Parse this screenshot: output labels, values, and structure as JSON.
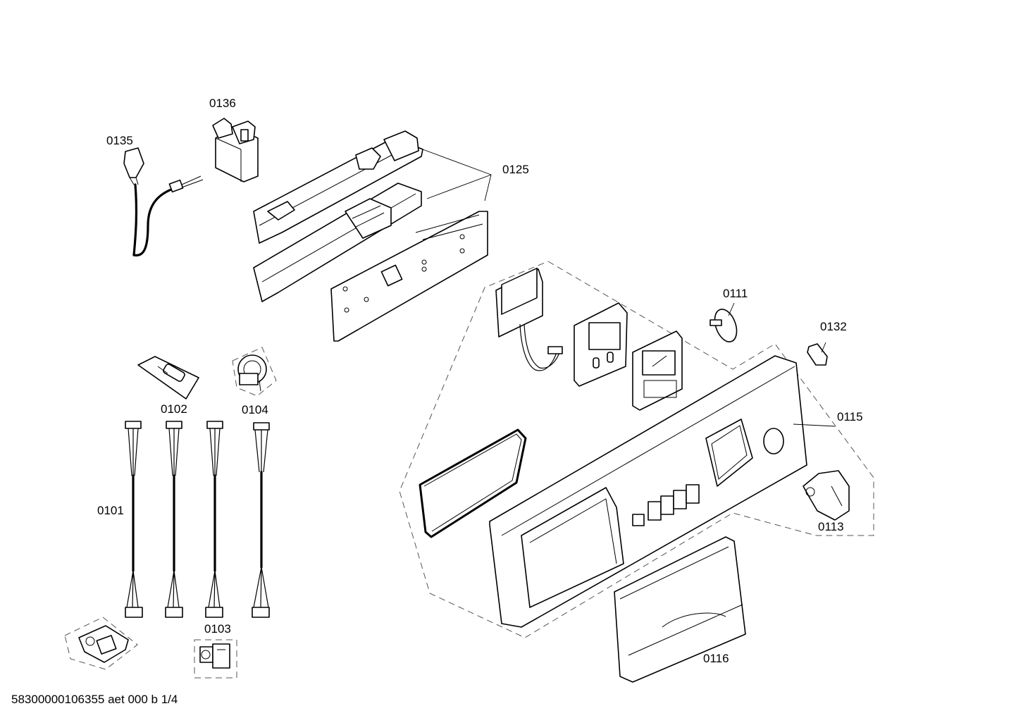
{
  "labels": {
    "p0101": "0101",
    "p0102": "0102",
    "p0103": "0103",
    "p0104": "0104",
    "p0111": "0111",
    "p0113": "0113",
    "p0115": "0115",
    "p0116": "0116",
    "p0125": "0125",
    "p0132": "0132",
    "p0135": "0135",
    "p0136": "0136"
  },
  "footer": "58300000106355 aet 000 b 1/4"
}
